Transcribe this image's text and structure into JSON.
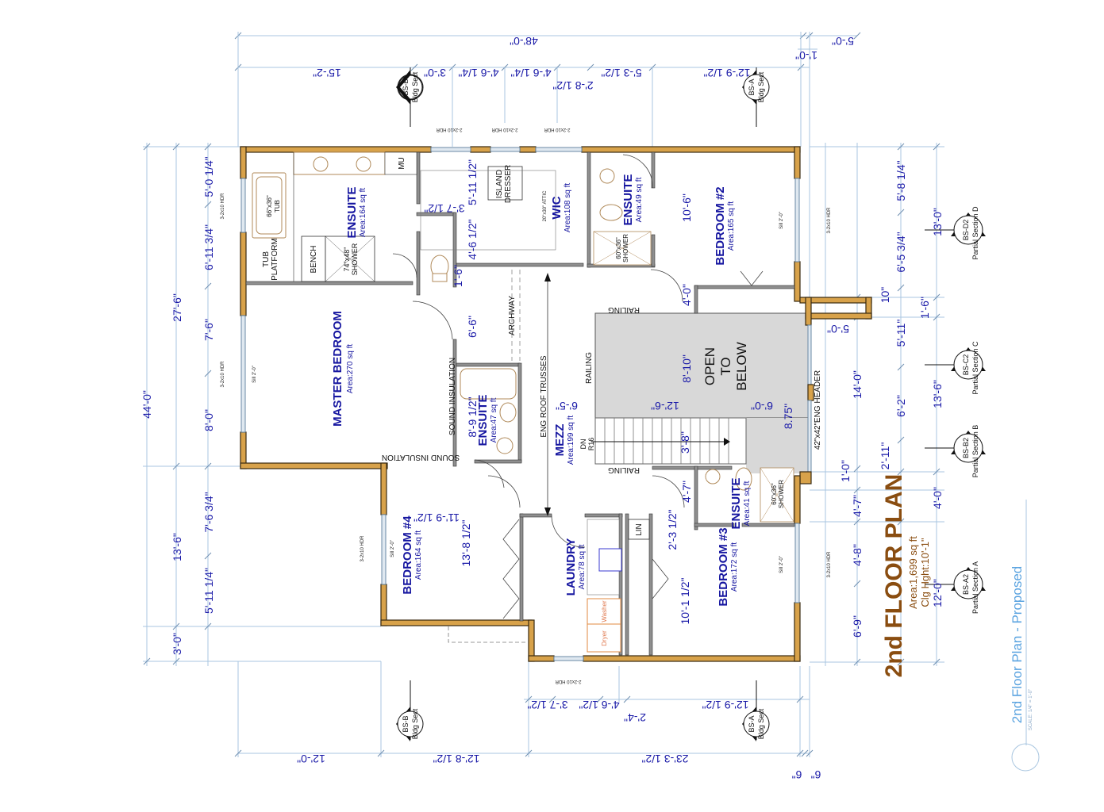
{
  "title": {
    "main": "2nd FLOOR PLAN",
    "area": "Area:1,699 sq ft",
    "ceiling": "Clg Hght:10'-1\"",
    "plan_label": "2nd Floor Plan - Proposed",
    "scale": "SCALE: 1/4\" = 1'-0\""
  },
  "rooms": [
    {
      "name": "MASTER BEDROOM",
      "area": "Area:270 sq ft"
    },
    {
      "name": "ENSUITE",
      "area": "Area:164 sq ft"
    },
    {
      "name": "WIC",
      "area": "Area:108 sq ft"
    },
    {
      "name": "ENSUITE",
      "area": "Area:49 sq ft"
    },
    {
      "name": "BEDROOM #2",
      "area": "Area:165 sq ft"
    },
    {
      "name": "ENSUITE",
      "area": "Area:47 sq ft"
    },
    {
      "name": "MEZZ",
      "area": "Area:199 sq ft"
    },
    {
      "name": "BEDROOM #4",
      "area": "Area:164 sq ft"
    },
    {
      "name": "LAUNDRY",
      "area": "Area:78 sq ft"
    },
    {
      "name": "BEDROOM #3",
      "area": "Area:172 sq ft"
    },
    {
      "name": "ENSUITE",
      "area": "Area:41 sq ft"
    }
  ],
  "open_to_below": [
    "OPEN",
    "TO",
    "BELOW"
  ],
  "labels": {
    "tub": "66\"x36\"",
    "tub2": "TUB",
    "tub_platform1": "TUB",
    "tub_platform2": "PLATFORM",
    "bench": "BENCH",
    "shower_master1": "74\"x48\"",
    "shower_master2": "SHOWER",
    "mu": "MU",
    "island1": "ISLAND",
    "island2": "DRESSER",
    "attic": "20\"x30\" ATTIC",
    "shower_b2_1": "60\"x36\"",
    "shower_b2_2": "SHOWER",
    "shower_b3_1": "60\"x36\"",
    "shower_b3_2": "SHOWER",
    "archway": "ARCHWAY",
    "eng_roof": "ENG ROOF TRUSSES",
    "railing": "RAILING",
    "sound_ins": "SOUND INSULATION",
    "dn": "DN",
    "r16": "R16",
    "eng_header": "ENG HEADER",
    "post": "42\"x42\"",
    "lin": "LIN",
    "washer": "Washer",
    "dryer": "Dryer",
    "window_hdr": "3-2x10 HDR",
    "window_hdr2": "2-2x10 HDR",
    "sill": "Sill 2'-0\""
  },
  "sections": {
    "top_left": {
      "id": "BS-B",
      "label": "Bldg Sect"
    },
    "top_right": {
      "id": "BS-A",
      "label": "Bldg Sect"
    },
    "bottom_left": {
      "id": "BS-B",
      "label": "Bldg Sect"
    },
    "bottom_right": {
      "id": "BS-A",
      "label": "Bldg Sect"
    },
    "right_d": {
      "id": "BS-D2",
      "label": "Partial Section D"
    },
    "right_c": {
      "id": "BS-C2",
      "label": "Partial Section C"
    },
    "right_b": {
      "id": "BS-B2",
      "label": "Partial Section B"
    },
    "right_a": {
      "id": "BS-A2",
      "label": "Partial Section A"
    }
  },
  "dimensions": {
    "top_overall": "48'-0\"",
    "top_right_5": "5'-0\"",
    "top_right_1": "1'-0\"",
    "top_segments": [
      "15'-2\"",
      "3'-0\"",
      "4'-6 1/4\"",
      "4'-6 1/4\"",
      "2'-8 1/2\"",
      "5'-3 1/2\"",
      "12'-9 1/2\""
    ],
    "left_overall": "44'-0\"",
    "left_mid": [
      "27'-6\"",
      "13'-6\"",
      "3'-0\""
    ],
    "left_inner": [
      "5'-0 1/4\"",
      "6'-11 3/4\"",
      "7'-6\"",
      "8'-0\"",
      "7'-6 3/4\"",
      "5'-11 1/4\""
    ],
    "right_inner": [
      "5'-8 1/4\"",
      "6'-5 3/4\"",
      "5'-11\"",
      "6'-2\"",
      "2'-11\"",
      "4'-0\"",
      "12'-0\""
    ],
    "right_outer": [
      "13'-0\"",
      "1'-6\"",
      "13'-6\""
    ],
    "right_near": [
      "10\"",
      "14'-0\"",
      "1'-0\"",
      "4'-7\"",
      "4'-8\"",
      "6'-9\""
    ],
    "bottom_top_row": [
      "3'-7 1/2\"",
      "4'-6 1/2\"",
      "2'-4\"",
      "12'-9 1/2\""
    ],
    "bottom_bottom_row": [
      "12'-0\"",
      "12'-8 1/2\"",
      "23'-3 1/2\"",
      "6\"",
      "6\""
    ],
    "interior": {
      "wic_5_11": "5'-11 1/2\"",
      "wic_3_7": "3'-7 1/2\"",
      "wic_4_6": "4'-6 1/2\"",
      "ens_1_6": "1'-6\"",
      "hall_6_6": "6'-6\"",
      "ens_8_9": "8'-9 1/2\"",
      "mezz_6_5": "6'-5\"",
      "otb_12_6": "12'-6\"",
      "otb_8_10": "8'-10\"",
      "otb_6_0": "6'-0\"",
      "otb_8_75": "8.75\"",
      "stair_3_8": "3'-8\"",
      "b2_10_6": "10'-6\"",
      "b2_4_0": "4'-0\"",
      "b2_5_0": "5'-0\"",
      "b4_11_9": "11'-9 1/2\"",
      "b4_13_8": "13'-8 1/2\"",
      "b3_4_7": "4'-7\"",
      "b3_2_3": "2'-3 1/2\"",
      "b3_10_1": "10'-1 1/2\""
    }
  }
}
